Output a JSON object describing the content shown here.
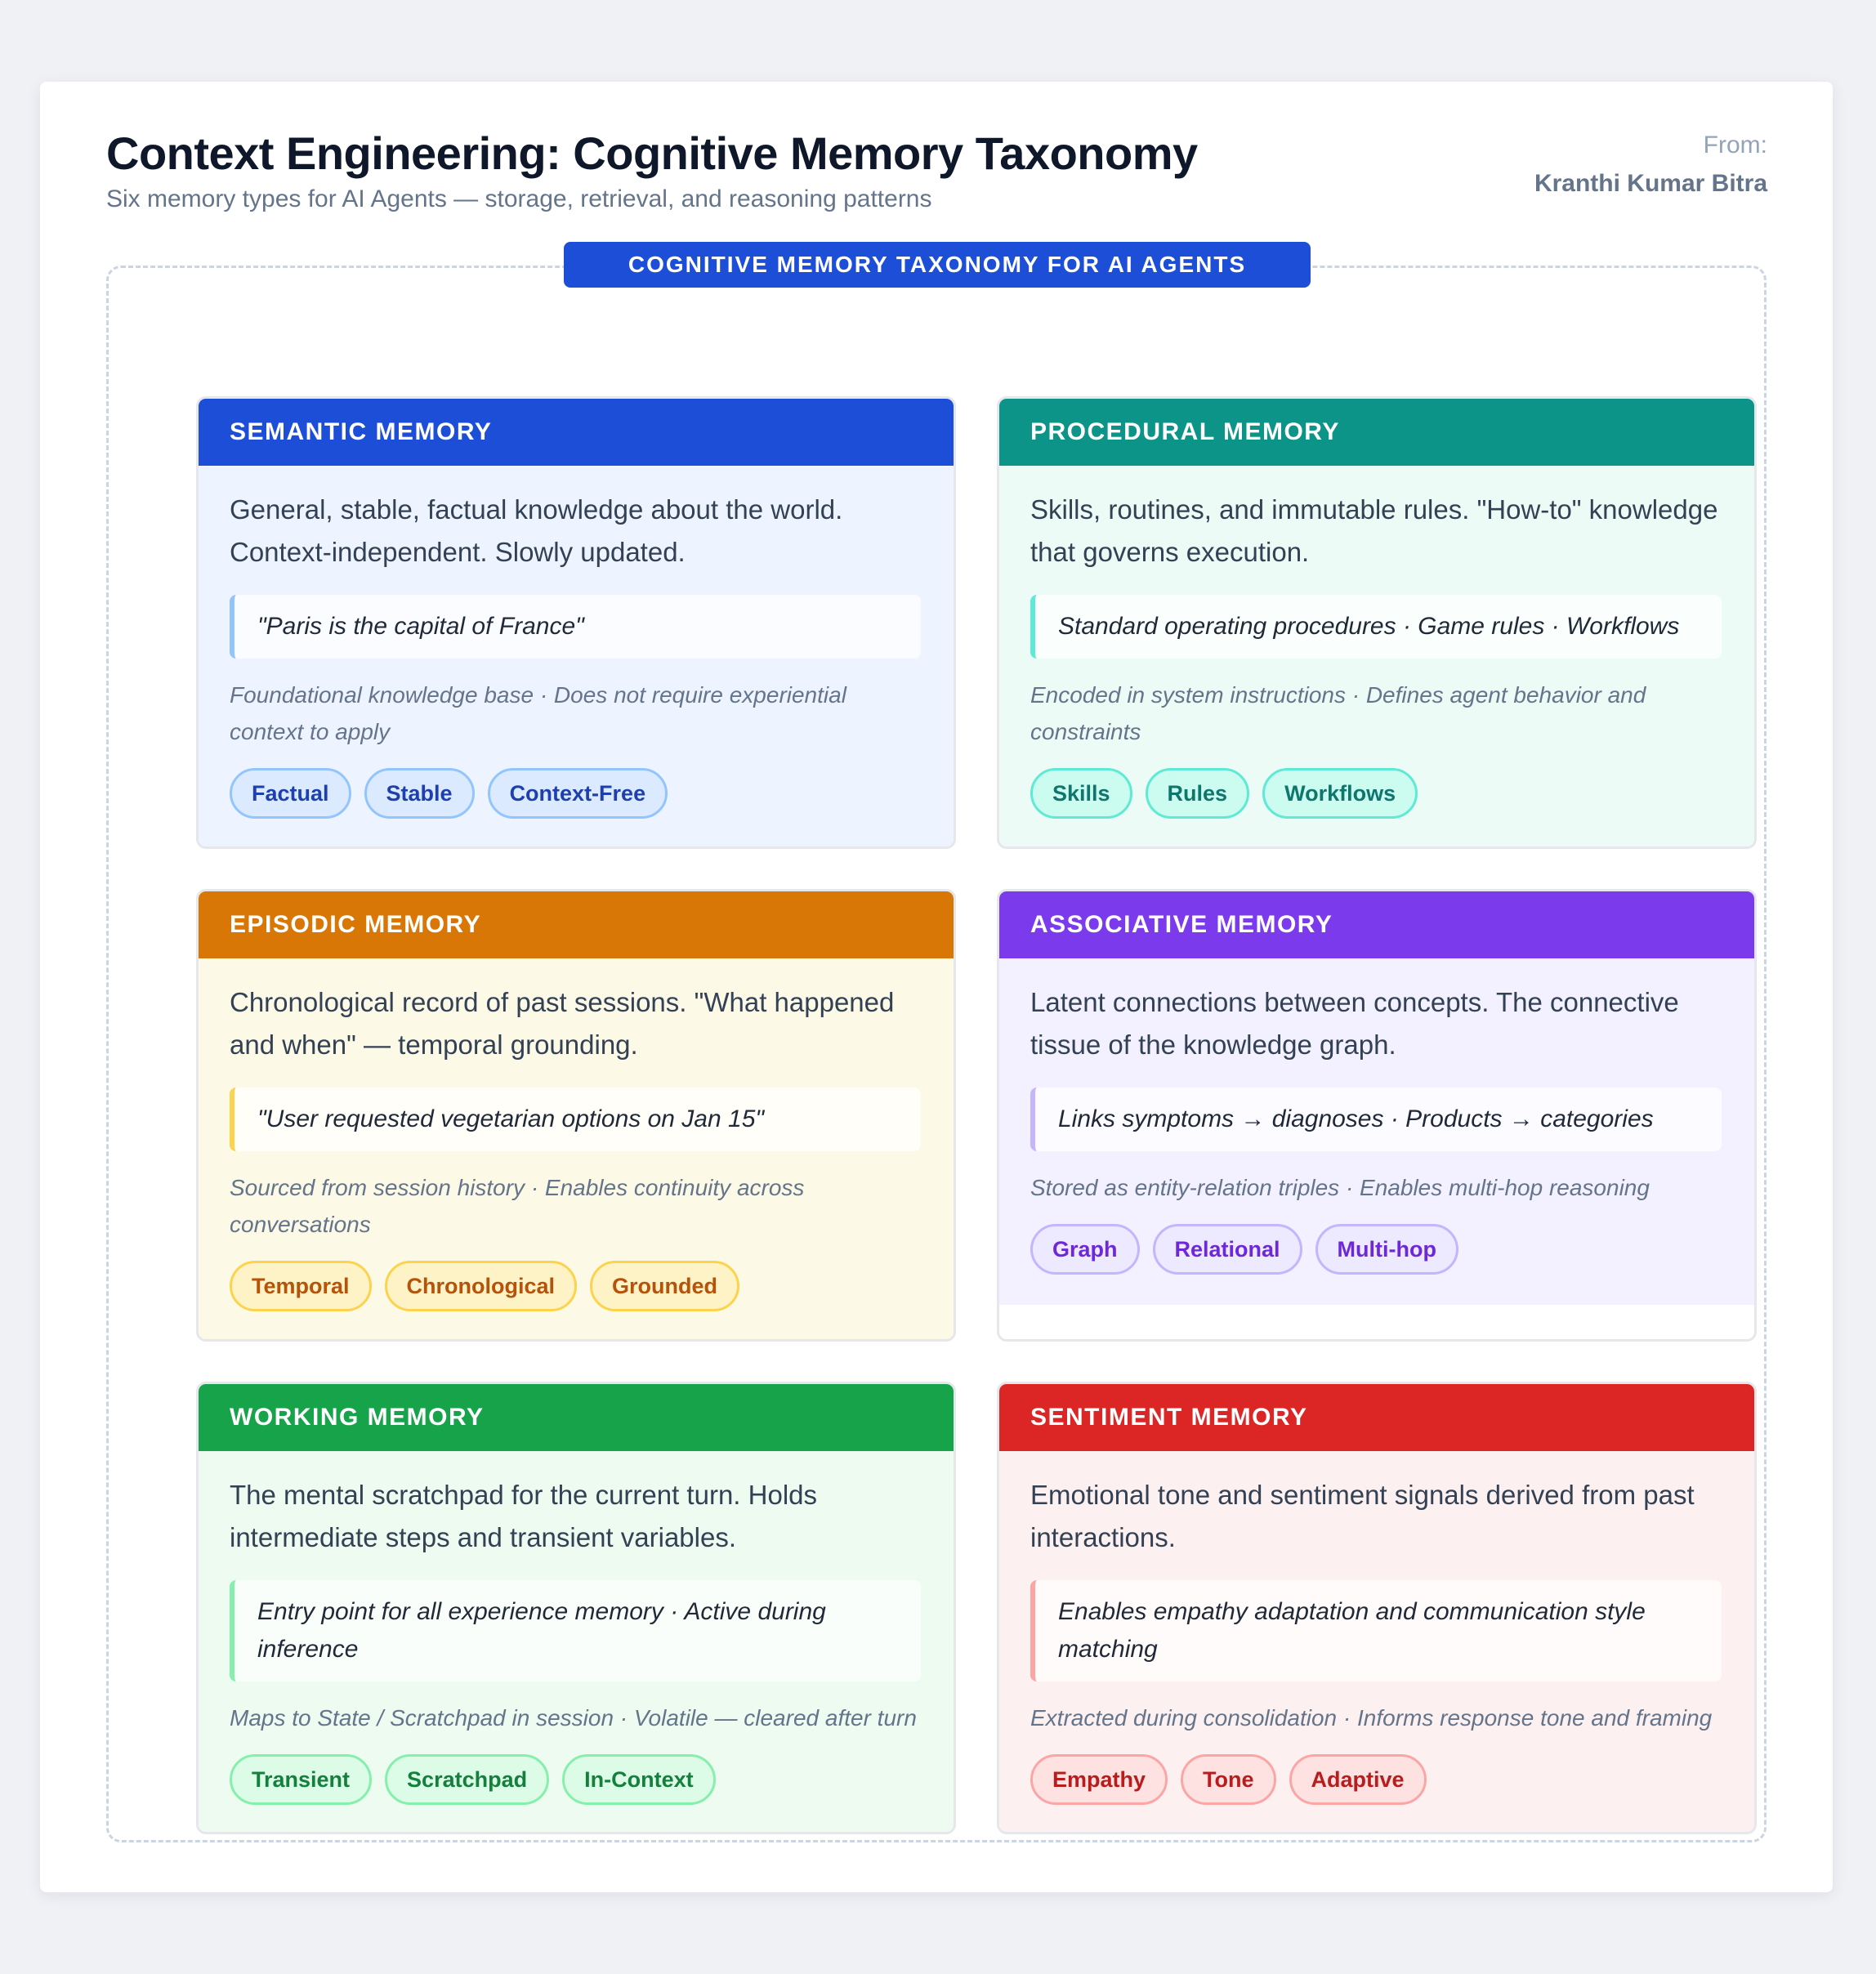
{
  "header": {
    "title": "Context Engineering: Cognitive Memory Taxonomy",
    "subtitle": "Six memory types for AI Agents — storage, retrieval, and reasoning patterns",
    "from_label": "From:",
    "author": "Kranthi Kumar Bitra"
  },
  "frame_label": "COGNITIVE MEMORY TAXONOMY FOR AI AGENTS",
  "cards": [
    {
      "title": "SEMANTIC MEMORY",
      "accent": "#1d4ed8",
      "description": "General, stable, factual knowledge about the world. Context-independent. Slowly updated.",
      "example": "\"Paris is the capital of France\"",
      "note": "Foundational knowledge base · Does not require experiential context to apply",
      "tags": [
        "Factual",
        "Stable",
        "Context-Free"
      ]
    },
    {
      "title": "PROCEDURAL MEMORY",
      "accent": "#0d9488",
      "description": "Skills, routines, and immutable rules. \"How-to\" knowledge that governs execution.",
      "example": "Standard operating procedures · Game rules · Workflows",
      "note": "Encoded in system instructions · Defines agent behavior and constraints",
      "tags": [
        "Skills",
        "Rules",
        "Workflows"
      ]
    },
    {
      "title": "EPISODIC MEMORY",
      "accent": "#d97706",
      "description": "Chronological record of past sessions. \"What happened and when\" — temporal grounding.",
      "example": "\"User requested vegetarian options on Jan 15\"",
      "note": "Sourced from session history · Enables continuity across conversations",
      "tags": [
        "Temporal",
        "Chronological",
        "Grounded"
      ]
    },
    {
      "title": "ASSOCIATIVE MEMORY",
      "accent": "#7c3aed",
      "description": "Latent connections between concepts. The connective tissue of the knowledge graph.",
      "example": "Links symptoms → diagnoses · Products → categories",
      "note": "Stored as entity-relation triples · Enables multi-hop reasoning",
      "tags": [
        "Graph",
        "Relational",
        "Multi-hop"
      ]
    },
    {
      "title": "WORKING MEMORY",
      "accent": "#16a34a",
      "description": "The mental scratchpad for the current turn. Holds intermediate steps and transient variables.",
      "example": "Entry point for all experience memory · Active during inference",
      "note": "Maps to State / Scratchpad in session · Volatile — cleared after turn",
      "tags": [
        "Transient",
        "Scratchpad",
        "In-Context"
      ]
    },
    {
      "title": "SENTIMENT MEMORY",
      "accent": "#dc2626",
      "description": "Emotional tone and sentiment signals derived from past interactions.",
      "example": "Enables empathy adaptation and communication style matching",
      "note": "Extracted during consolidation · Informs response tone and framing",
      "tags": [
        "Empathy",
        "Tone",
        "Adaptive"
      ]
    }
  ]
}
